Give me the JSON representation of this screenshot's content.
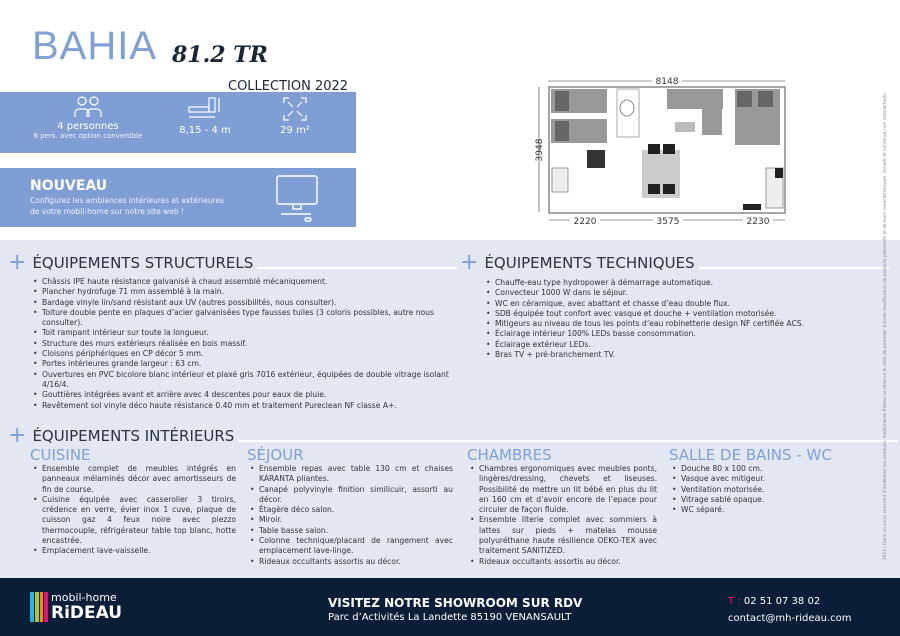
{
  "header": {
    "title": "BAHIA",
    "model": "81.2 TR",
    "collection": "COLLECTION 2022"
  },
  "specs": [
    {
      "icon": "people-icon",
      "value": "4 personnes",
      "sub": "6 pers. avec option convertible"
    },
    {
      "icon": "ruler-icon",
      "value": "8,15 - 4 m"
    },
    {
      "icon": "area-icon",
      "value": "29 m²"
    }
  ],
  "nouveau": {
    "title": "NOUVEAU",
    "text": "Configurez les ambiances intérieures et extérieures de votre mobil-home sur notre site web !",
    "icon": "computer-icon"
  },
  "floorplan": {
    "width": "8148",
    "height": "3948",
    "segments": [
      "2220",
      "3575",
      "2230"
    ]
  },
  "structurels": {
    "title": "ÉQUIPEMENTS STRUCTURELS",
    "items": [
      "Châssis IPE haute résistance galvanisé à chaud assemblé mécaniquement.",
      "Plancher hydrofuge 71 mm assemblé à la main.",
      "Bardage vinyle lin/sand résistant aux UV (autres possibilités, nous consulter).",
      "Toiture double pente en plaques d’acier galvanisées type fausses tuiles (3 coloris possibles, autre nous consulter).",
      "Toit rampant intérieur sur toute la longueur.",
      "Structure des murs extérieurs réalisée en bois massif.",
      "Cloisons périphériques en CP décor 5 mm.",
      "Portes intérieures grande largeur : 63 cm.",
      "Ouvertures en PVC bicolore blanc intérieur et plaxé gris 7016 extérieur, équipées de double vitrage isolant 4/16/4.",
      "Gouttières intégrées avant et arrière avec 4 descentes pour eaux de pluie.",
      "Revêtement sol vinyle déco haute résistance 0.40 mm et traitement Pureclean NF classe A+."
    ]
  },
  "techniques": {
    "title": "ÉQUIPEMENTS TECHNIQUES",
    "items": [
      "Chauffe-eau type hydropower à démarrage automatique.",
      "Convecteur 1000 W dans le séjour.",
      "WC en céramique, avec abattant et chasse d’eau double flux.",
      "SDB équipée tout confort avec vasque et douche + ventilation motorisée.",
      "Mitigeurs au niveau de tous les points d’eau robinetterie design NF certifiée ACS.",
      "Éclairage intérieur 100% LEDs basse consommation.",
      "Éclairage extérieur LEDs.",
      "Bras TV + pré-branchement TV."
    ]
  },
  "interieurs": {
    "title": "ÉQUIPEMENTS INTÉRIEURS",
    "cuisine": {
      "title": "CUISINE",
      "items": [
        "Ensemble complet de meubles intégrés en panneaux mélaminés décor avec amortisseurs de fin de course.",
        "Cuisine équipée avec casserolier 3 tiroirs, crédence en verre, évier inox 1 cuve, plaque de cuisson gaz 4 feux noire avec piezzo thermocouple, réfrigérateur table top blanc, hotte encastrée.",
        "Emplacement lave-vaisselle."
      ]
    },
    "sejour": {
      "title": "SÉJOUR",
      "items": [
        "Ensemble repas avec table 130 cm et chaises KARANTA pliantes.",
        "Canapé polyvinyle finition similicuir, assorti au décor.",
        "Étagère déco salon.",
        "Miroir.",
        "Table basse salon.",
        "Colonne technique/placard de rangement avec emplacement lave-linge.",
        "Rideaux occultants assortis au décor."
      ]
    },
    "chambres": {
      "title": "CHAMBRES",
      "items": [
        "Chambres ergonomiques avec meubles ponts, lingères/dressing, chevets et liseuses. Possibilité de mettre un lit bébé en plus du lit en 160 cm et d’avoir encore de l’epace pour circuler de façon fluide.",
        "Ensemble literie complet avec sommiers à lattes sur pieds + matelas mousse polyuréthane haute résilience OEKO-TEX avec traitement SANITIZED.",
        "Rideaux occultants assortis au décor."
      ]
    },
    "sdb": {
      "title": "SALLE DE BAINS - WC",
      "items": [
        "Douche 80 x 100 cm.",
        "Vasque avec mitigeur.",
        "Ventilation motorisée.",
        "Vitrage sablé opaque.",
        "WC séparé."
      ]
    }
  },
  "footer": {
    "logo_top": "mobil-home",
    "logo_bottom": "RiDEAU",
    "showroom": "VISITEZ NOTRE SHOWROOM SUR RDV",
    "address": "Parc d’Activités La Landette 85190 VENANSAULT",
    "phone_label": "T :",
    "phone": "02 51 07 38 02",
    "email": "contact@mh-rideau.com",
    "colors": {
      "bg": "#0b1e38",
      "accent": "#e0147a"
    }
  },
  "disclaimer": "2021 | Dans un souci constant d’améliorer ses produits, mobil-home Rideau se réserve le droit de procéder à toute modification de produits présentés et de leurs caractéristiques. Visuels et contenus non contractuels.",
  "colors": {
    "brand_blue": "#7fa0d4",
    "panel": "#e3e7f2"
  }
}
